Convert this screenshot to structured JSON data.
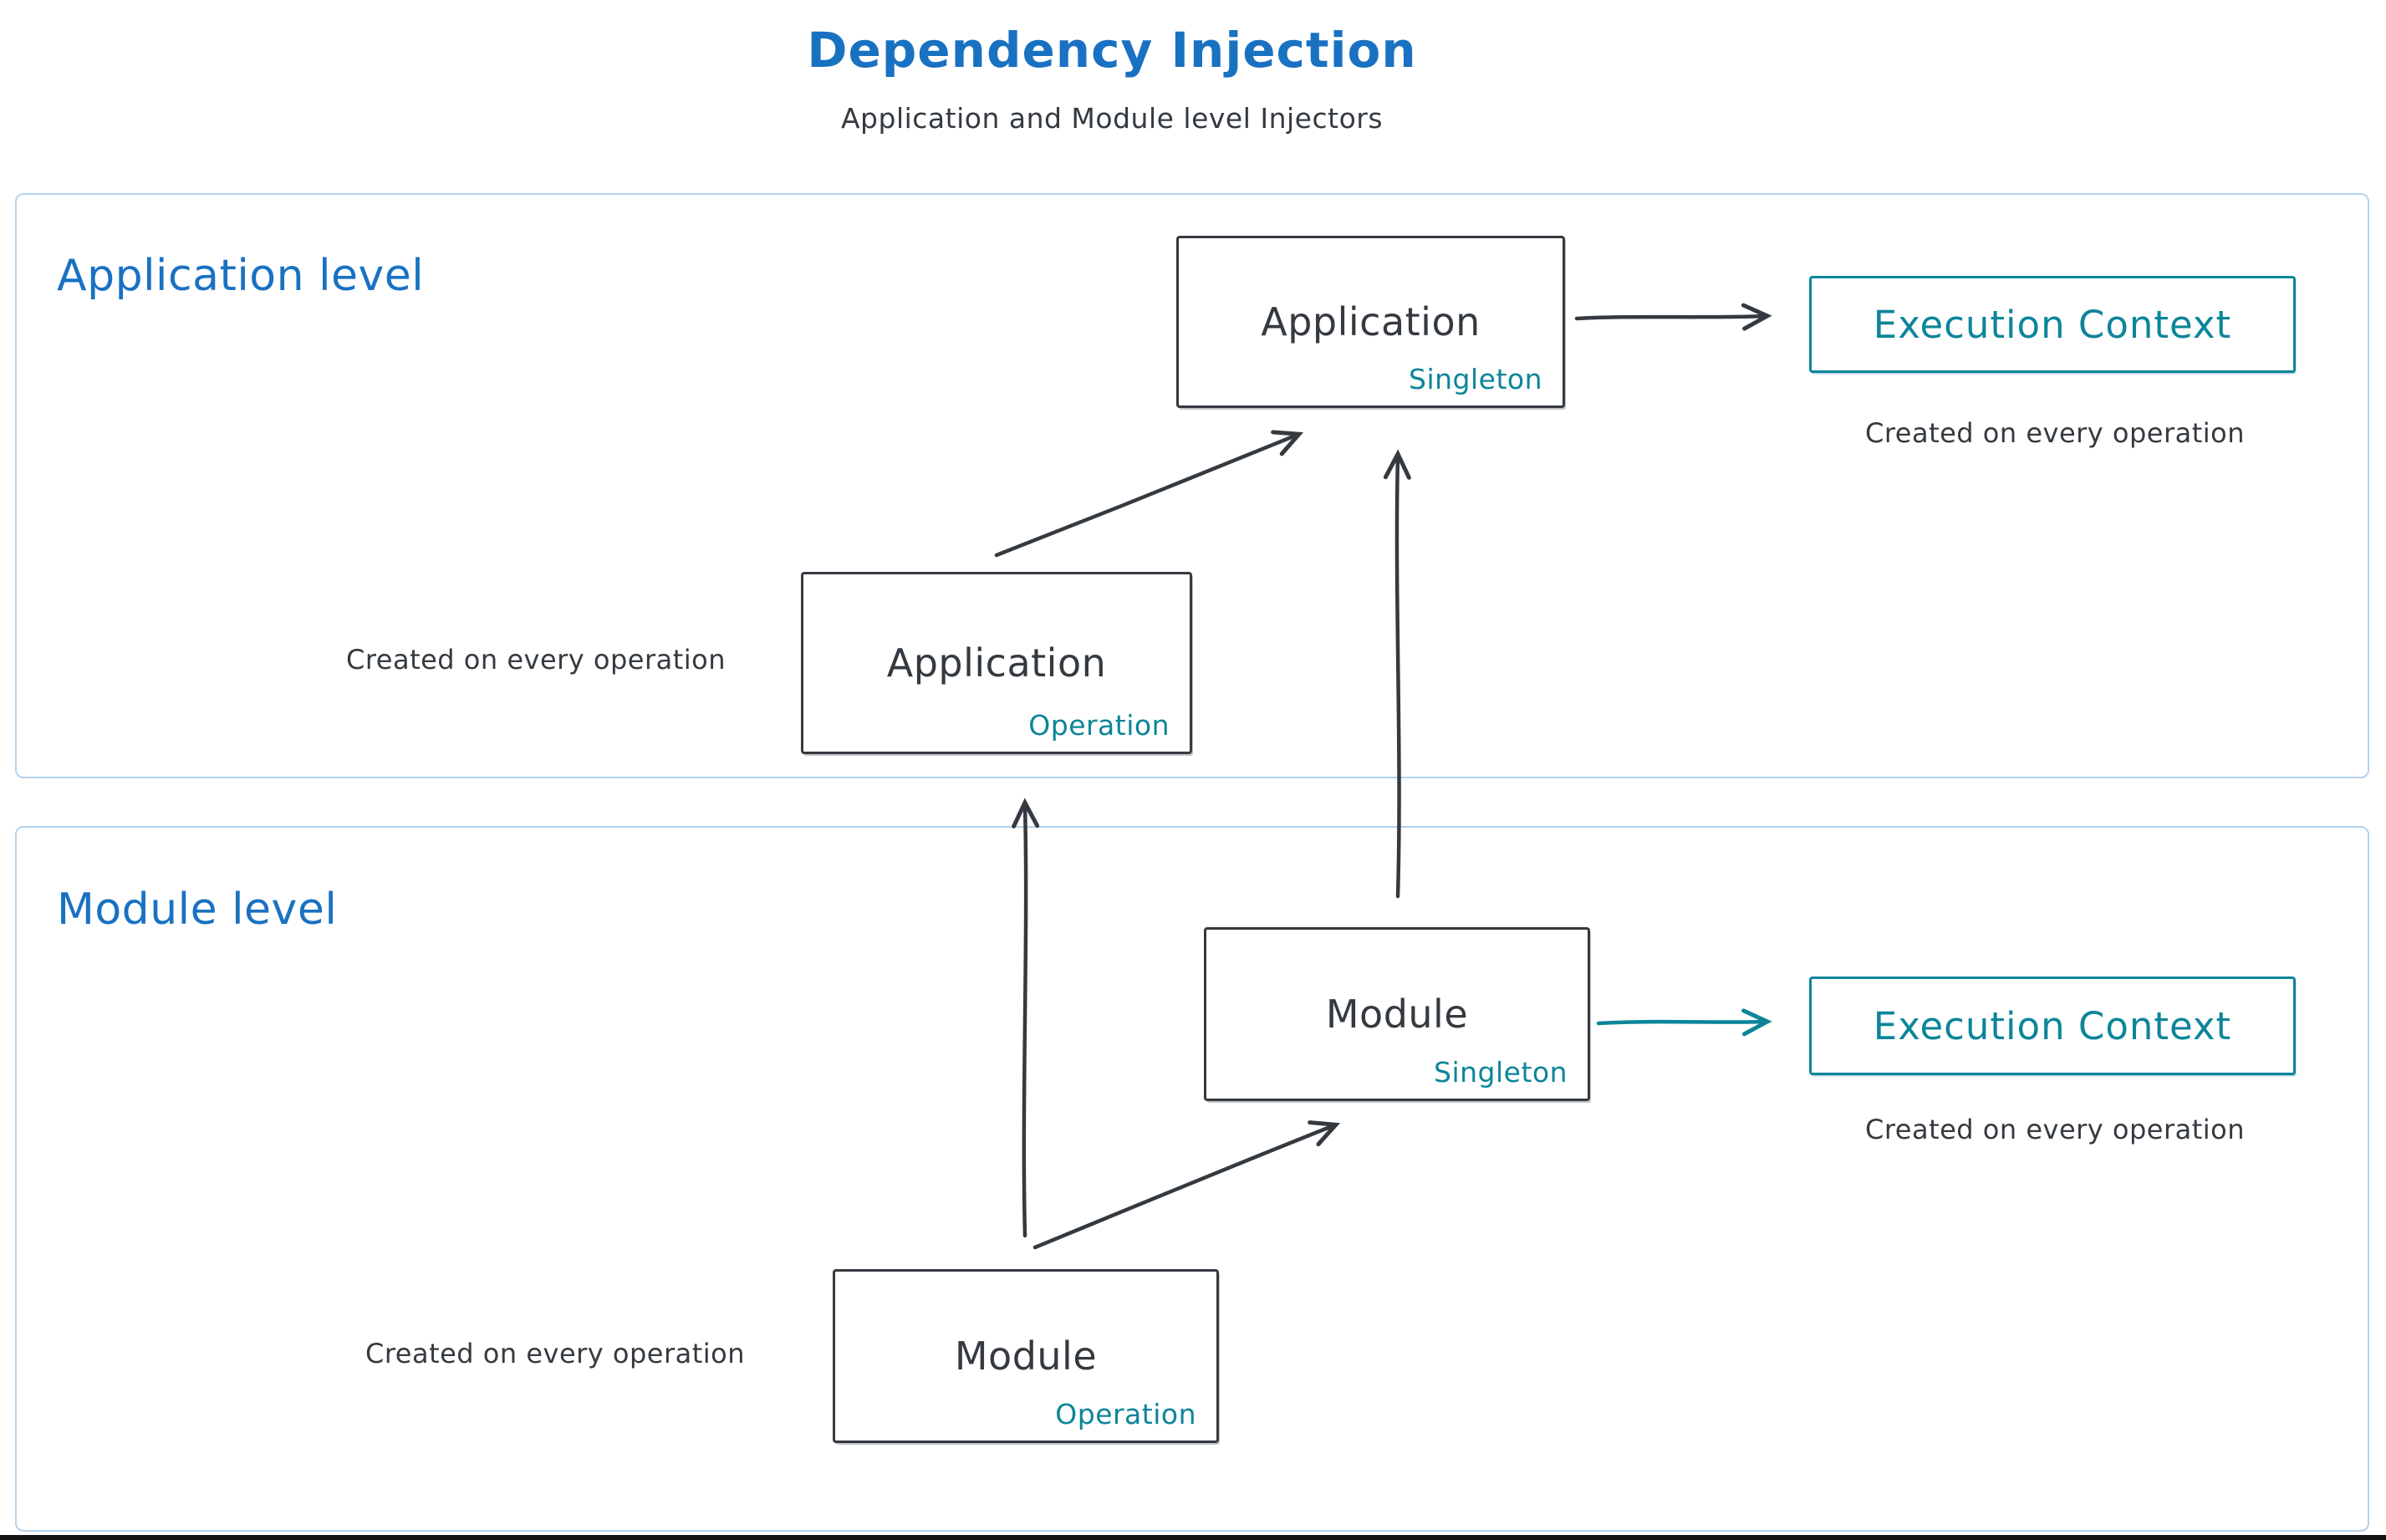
{
  "title": "Dependency Injection",
  "subtitle": "Application and Module level Injectors",
  "colors": {
    "blue": "#1971c2",
    "teal": "#0c8599",
    "dark": "#343a40",
    "section_border": "#b3d2ec"
  },
  "application": {
    "label": "Application level",
    "singleton": {
      "title": "Application",
      "tag": "Singleton"
    },
    "operation": {
      "title": "Application",
      "tag": "Operation"
    },
    "operation_caption": "Created on every operation",
    "execution_context": {
      "label": "Execution Context",
      "caption": "Created on every operation"
    }
  },
  "module": {
    "label": "Module level",
    "singleton": {
      "title": "Module",
      "tag": "Singleton"
    },
    "operation": {
      "title": "Module",
      "tag": "Operation"
    },
    "operation_caption": "Created on every operation",
    "execution_context": {
      "label": "Execution Context",
      "caption": "Created on every operation"
    }
  }
}
